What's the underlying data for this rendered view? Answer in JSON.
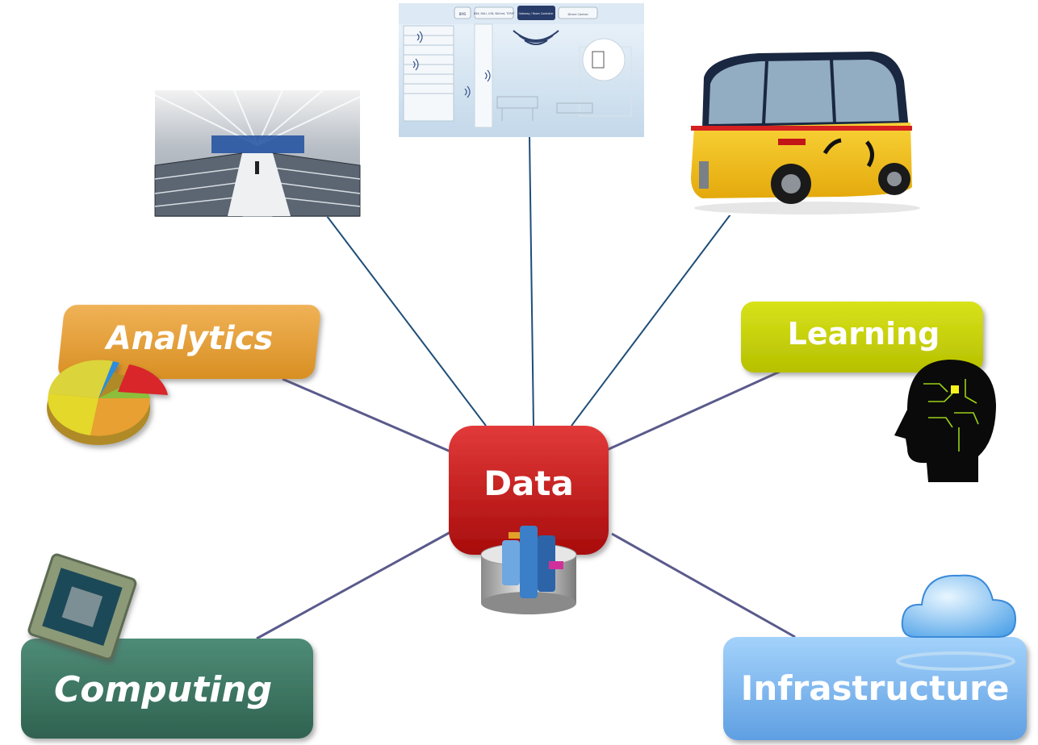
{
  "diagram": {
    "center": {
      "label": "Data",
      "color": "#c81414",
      "icon": "database-icon"
    },
    "nodes": [
      {
        "id": "analytics",
        "label": "Analytics",
        "color": "#e6a23c",
        "icon": "pie-chart-icon"
      },
      {
        "id": "learning",
        "label": "Learning",
        "color": "#c8d400",
        "icon": "brain-head-icon"
      },
      {
        "id": "computing",
        "label": "Computing",
        "color": "#3f7a66",
        "icon": "cpu-chip-icon"
      },
      {
        "id": "infrastructure",
        "label": "Infrastructure",
        "color": "#78b4ee",
        "icon": "cloud-icon"
      }
    ],
    "images": [
      {
        "id": "datacenter",
        "subject": "data-center-photo"
      },
      {
        "id": "smart-building",
        "subject": "smart-building-diagram",
        "labels": [
          "BMS",
          "KNX, DALI, LON, BACnet, TCP/IP",
          "Gateway / Room Controller",
          "Direct Control"
        ]
      },
      {
        "id": "shuttle",
        "subject": "autonomous-shuttle-photo"
      }
    ],
    "edge_colors": {
      "upper": "#1f4e79",
      "lower": "#5a5a8c"
    }
  }
}
